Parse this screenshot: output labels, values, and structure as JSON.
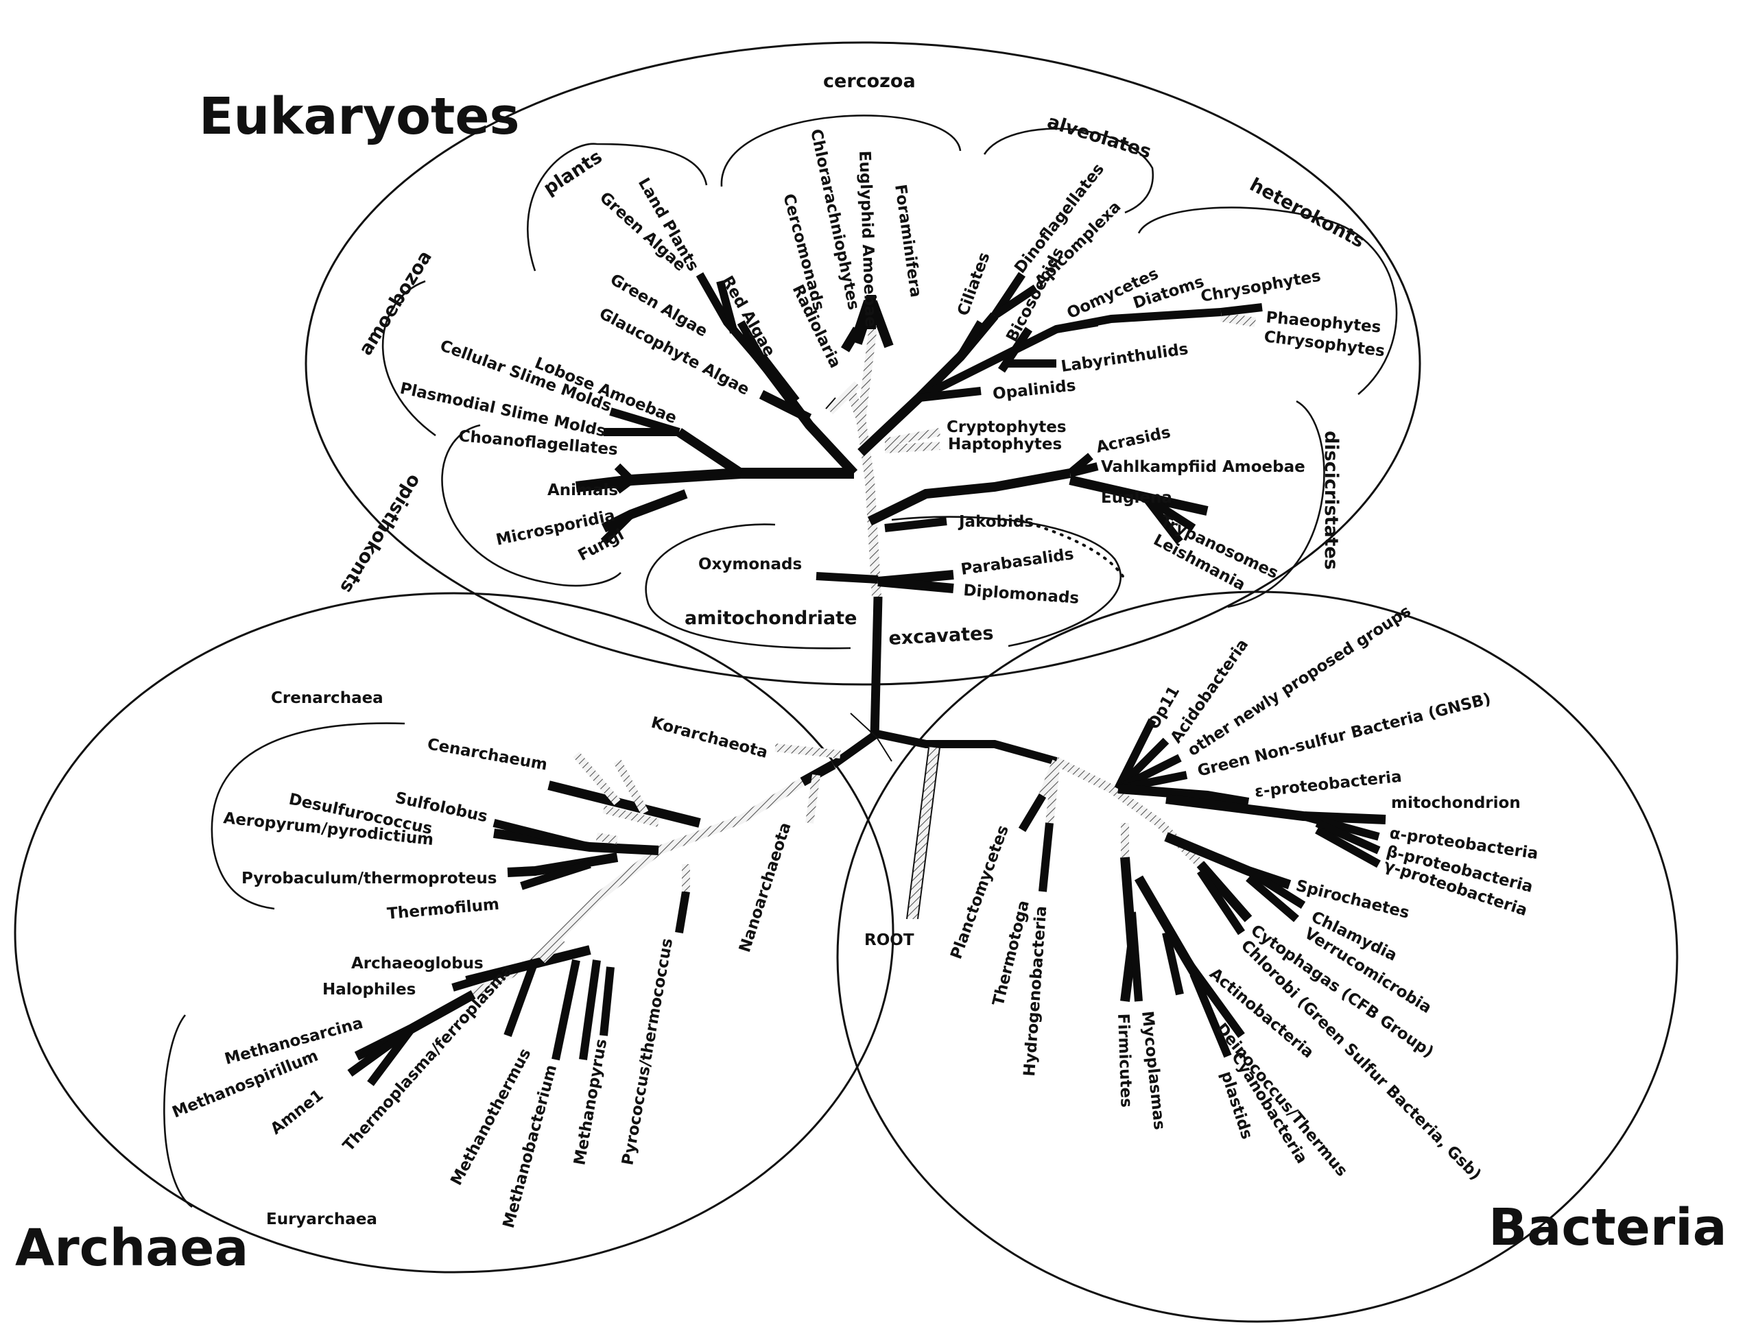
{
  "domains": {
    "eukaryotes": "Eukaryotes",
    "archaea": "Archaea",
    "bacteria": "Bacteria"
  },
  "groups": {
    "cercozoa": "cercozoa",
    "plants": "plants",
    "alveolates": "alveolates",
    "heterokonts": "heterokonts",
    "amoebozoa": "amoebozoa",
    "discicristates": "discicristates",
    "opisthokonts": "opisthokonts",
    "amitochondriate": "amitochondriate",
    "excavates": "excavates",
    "crenarchaea": "Crenarchaea",
    "euryarchaea": "Euryarchaea"
  },
  "root_label": "ROOT",
  "eukaryote_taxa": {
    "foraminifera": "Foraminifera",
    "euglyphid": "Euglyphid Amoebae",
    "chlorarachniophytes": "Chlorarachniophytes",
    "cercomonads": "Cercomonads",
    "radiolaria": "Radiolaria",
    "land_plants": "Land Plants",
    "green_algae_1": "Green Algae",
    "red_algae": "Red Algae",
    "green_algae_2": "Green Algae",
    "glaucophyte": "Glaucophyte Algae",
    "lobose": "Lobose Amoebae",
    "cellular_slime": "Cellular Slime Molds",
    "plasmodial_slime": "Plasmodial Slime Molds",
    "choanoflagellates": "Choanoflagellates",
    "animals": "Animals",
    "microsporidia": "Microsporidia",
    "fungi": "Fungi",
    "ciliates": "Ciliates",
    "dinoflagellates": "Dinoflagellates",
    "apicomplexa": "Apicomplexa",
    "bicosoecids": "Bicosoecids",
    "oomycetes": "Oomycetes",
    "diatoms": "Diatoms",
    "chrysophytes_1": "Chrysophytes",
    "phaeophytes": "Phaeophytes",
    "chrysophytes_2": "Chrysophytes",
    "labyrinthulids": "Labyrinthulids",
    "opalinids": "Opalinids",
    "cryptophytes": "Cryptophytes",
    "haptophytes": "Haptophytes",
    "acrasids": "Acrasids",
    "vahlkampfiid": "Vahlkampfiid Amoebae",
    "euglena": "Euglena",
    "trypanosomes": "Trypanosomes",
    "leishmania": "Leishmania",
    "jakobids": "Jakobids",
    "oxymonads": "Oxymonads",
    "parabasalids": "Parabasalids",
    "diplomonads": "Diplomonads"
  },
  "archaea_taxa": {
    "korarchaeota": "Korarchaeota",
    "cenarchaeum": "Cenarchaeum",
    "sulfolobus": "Sulfolobus",
    "desulfurococcus": "Desulfurococcus",
    "aeropyrum": "Aeropyrum/pyrodictium",
    "pyrobaculum": "Pyrobaculum/thermoproteus",
    "thermofilum": "Thermofilum",
    "nanoarchaeota": "Nanoarchaeota",
    "archaeoglobus": "Archaeoglobus",
    "halophiles": "Halophiles",
    "methanosarcina": "Methanosarcina",
    "methanospirillum": "Methanospirillum",
    "amne1": "Amne1",
    "thermoplasma": "Thermoplasma/ferroplasma",
    "methanothermus": "Methanothermus",
    "methanobacterium": "Methanobacterium",
    "methanopyrus": "Methanopyrus",
    "pyrococcus": "Pyrococcus/thermococcus"
  },
  "bacteria_taxa": {
    "op11": "Op11",
    "acidobacteria": "Acidobacteria",
    "other_groups": "other newly proposed groups",
    "gnsb": "Green Non-sulfur Bacteria (GNSB)",
    "epsilon": "ε-proteobacteria",
    "mitochondrion": "mitochondrion",
    "alpha": "α-proteobacteria",
    "beta": "β-proteobacteria",
    "gamma": "γ-proteobacteria",
    "spirochaetes": "Spirochaetes",
    "chlamydia": "Chlamydia",
    "verrucomicrobia": "Verrucomicrobia",
    "cytophagas": "Cytophagas (CFB Group)",
    "chlorobi": "Chlorobi (Green Sulfur Bacteria, Gsb)",
    "actinobacteria": "Actinobacteria",
    "deinococcus": "Deinococcus/Thermus",
    "cyanobacteria": "Cyanobacteria",
    "plastids": "plastids",
    "mycoplasmas": "Mycoplasmas",
    "firmicutes": "Firmicutes",
    "planctomycetes": "Planctomycetes",
    "thermotoga": "Thermotoga",
    "hydrogenobacteria": "Hydrogenobacteria"
  }
}
